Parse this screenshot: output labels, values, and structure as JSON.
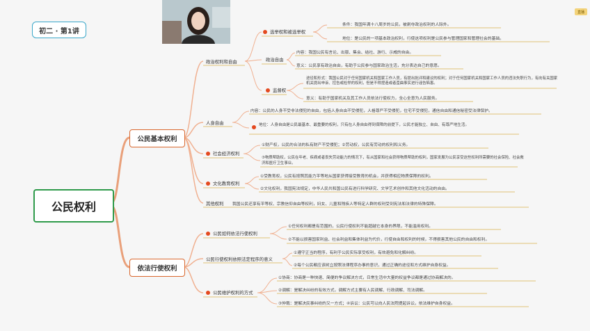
{
  "lesson_tag": "初二 · 第1讲",
  "corner_badge": "直播",
  "root": "公民权利",
  "l1": {
    "basic": "公民基本权利",
    "exercise": "依法行使权利"
  },
  "basic": {
    "political": {
      "label": "政治权利和自由",
      "elect": "选举权和被选举权",
      "elect_cond": "条件：我国年满十八周岁的公民，被剥夺政治权利的人除外。",
      "elect_status": "地位：是公民的一项基本政治权利，行使这项权利是公民参与管理国家和管理社会的基础。",
      "freedom": "政治自由",
      "freedom_content": "内容：我国公民有言论、出版、集会、结社、游行、示威的自由。",
      "freedom_meaning": "意义：公民享有政治自由，有助于公民参与国家政治生活，充分表达自己的意愿。",
      "supervise": "监督权",
      "supervise_way": "途径和形式：我国公民对于任何国家机关和国家工作人员，有提出批评和建议的权利；对于任何国家机关和国家工作人员的违法失职行为，有向有关国家机关提出申诉、控告或检举的权利，但是不得捏造或者歪曲事实进行诬告陷害。",
      "supervise_meaning": "意义：有助于国家机关及其工作人员依法行使权力，全心全意为人民服务。"
    },
    "personal": {
      "label": "人身自由",
      "content": "内容：公民的人身不受非法侵犯的自由，包括人身自由不受侵犯，人格尊严不受侵犯，住宅不受侵犯，通信自由和通信秘密受法律保护。",
      "status": "地位：人身自由是公民最基本、最重要的权利，只有在人身自由得到保障的前提下，公民才能独立、自由、有尊严地生活。"
    },
    "social": {
      "label": "社会经济权利",
      "item1": "①财产权，公民的合法的私有财产不受侵犯；②劳动权，公民有劳动的权利和义务。",
      "item2": "③物质帮助权，公民在年老、疾病或者丧失劳动能力的情况下，有从国家和社会获得物质帮助的权利，国家发展为公民享受这些权利所需要的社会保险、社会救济和医疗卫生事业。"
    },
    "culture": {
      "label": "文化教育权利",
      "item1": "①受教育权，公民有按照其能力平等地从国家获得接受教育的机会，并获得相应物质保障的权利。",
      "item2": "②文化权利，我国宪法规定，中华人民共和国公民有进行科学研究、文学艺术创作和其他文化活动的自由。"
    },
    "other": {
      "label": "其他权利",
      "text": "我国公民还享有平等权、宗教信仰自由等权利，妇女、儿童和残疾人等特定人群的权利受到宪法和法律的特殊保障。"
    }
  },
  "exercise": {
    "lawful": {
      "label": "公民如何依法行使权利",
      "item1": "①任何权利都是有范围的，公民行使权利不能超越它本身的界限，不能滥用权利。",
      "item2": "②不能以损害国家利益、社会利益和集体利益为代价，行使自由和权利的时候，不得损害其他公民的自由和权利。"
    },
    "procedure": {
      "label": "公民行使权利依照法定程序的意义",
      "item1": "①遵守正当的程序，有利于公民实际享受权利，有效避免和化解纠纷。",
      "item2": "②每个公民都应该树立按照法律程序办事的意识，通过正确的途径和方式维护自身权益。"
    },
    "protect": {
      "label": "公民维护权利的方式",
      "item1": "①协商：协商是一种快速、简便的争议解决方式，日常生活中大量的权益争议都是通过协商解决的。",
      "item2": "②调解：是解决纠纷的有效方式，调解方式主要有人民调解、行政调解、司法调解。",
      "item3": "③仲裁：是解决民事纠纷的又一方式；④诉讼：公民可以向人民法院提起诉讼，依法维护自身权益。"
    }
  },
  "colors": {
    "root_border": "#2e9a4a",
    "l1_border": "#d9662c",
    "branch": "#e9a07a",
    "underline": "#d8b24a",
    "dot": "#e4491f"
  }
}
